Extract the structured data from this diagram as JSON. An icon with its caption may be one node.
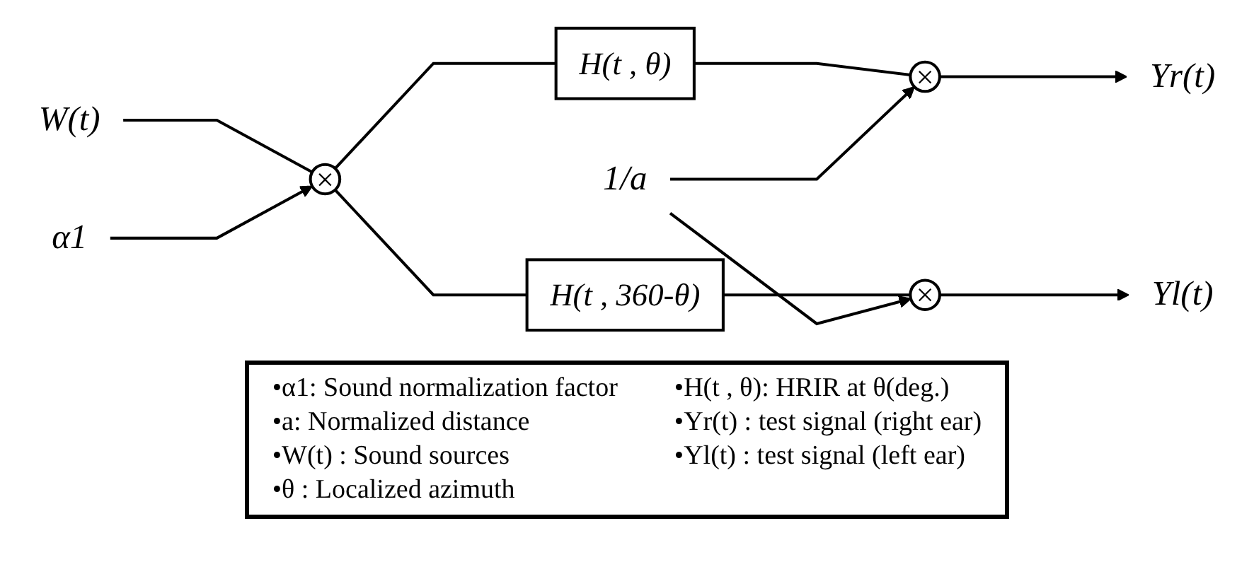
{
  "diagram": {
    "nodes": [
      {
        "text": [
          "W(t)"
        ]
      },
      {
        "text": [
          "α1"
        ]
      },
      {
        "text": [
          "×"
        ]
      },
      {
        "text": [
          "H(t , θ)"
        ]
      },
      {
        "text": [
          "H(t , 360-θ)"
        ]
      },
      {
        "text": [
          "1/a"
        ]
      },
      {
        "text": [
          "×"
        ]
      },
      {
        "text": [
          "×"
        ]
      },
      {
        "text": [
          "Yr(t)"
        ]
      },
      {
        "text": [
          "Yl(t)"
        ]
      }
    ],
    "edges": [
      {
        "from": 0,
        "to": 2,
        "arrow": "none"
      },
      {
        "from": 1,
        "to": 2,
        "arrow": "to"
      },
      {
        "from": 2,
        "to": 3,
        "arrow": "none"
      },
      {
        "from": 2,
        "to": 4,
        "arrow": "none"
      },
      {
        "from": 3,
        "to": 6,
        "arrow": "none"
      },
      {
        "from": 4,
        "to": 7,
        "arrow": "none"
      },
      {
        "from": 5,
        "to": 6,
        "arrow": "to"
      },
      {
        "from": 5,
        "to": 7,
        "arrow": "to"
      },
      {
        "from": 6,
        "to": 8,
        "arrow": "to"
      },
      {
        "from": 7,
        "to": 9,
        "arrow": "to"
      }
    ],
    "labels": [
      "•α1: Sound normalization factor",
      "•a: Normalized distance",
      "•W(t) : Sound sources",
      "•θ : Localized azimuth",
      "•H(t , θ): HRIR at θ(deg.)",
      "•Yr(t) : test signal (right ear)",
      "•Yl(t) : test signal (left ear)"
    ]
  }
}
